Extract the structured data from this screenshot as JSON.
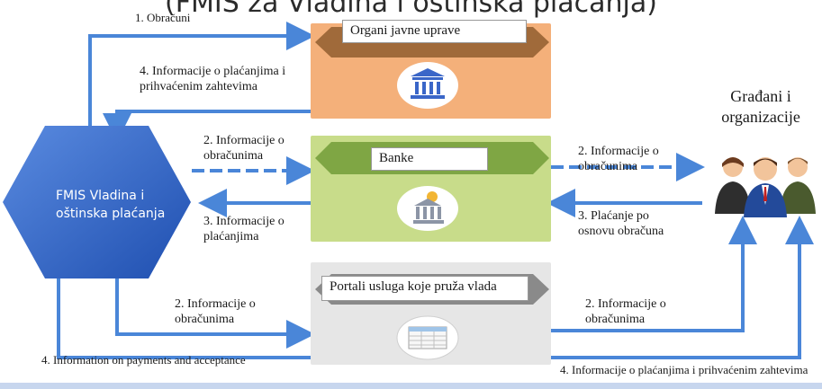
{
  "title_fragment": "(FMIS za Vladina i oštinska plaćanja)",
  "fmis": {
    "label": "FMIS Vladina i oštinska plaćanja"
  },
  "panels": {
    "organi": {
      "label": "Organi javne uprave"
    },
    "banke": {
      "label": "Banke"
    },
    "portali": {
      "label": "Portali usluga koje pruža vlada"
    }
  },
  "citizens": {
    "title": "Građani i organizacije"
  },
  "flows": {
    "obracuni": "1. Obračuni",
    "info_placanja_prihvacenim": "4. Informacije o plaćanjima i prihvaćenim zahtevima",
    "info_obracunima_banke_left": "2. Informacije o obračunima",
    "info_placanjima_banke": "3. Informacije o plaćanjima",
    "info_obracunima_banke_right": "2. Informacije o obračunima",
    "placanje_po_obracuna": "3. Plaćanje po osnovu obračuna",
    "info_obracunima_portal_left": "2. Informacije o obračunima",
    "info_obracunima_portal_right": "2. Informacije o obračunima",
    "information_on_payments": "4. Information on payments and acceptance",
    "info_placanjima_bottom": "4. Informacije o plaćanjima i prihvaćenim zahtevima"
  },
  "colors": {
    "arrow": "#4a86d8",
    "hexagon": "#2f63c9",
    "orange_panel": "#f4b07a",
    "green_panel": "#c8dc8a",
    "gray_panel": "#e6e6e6",
    "brown_banner": "#a06a3a",
    "green_banner": "#7fa644"
  },
  "icons": [
    "bank-building-icon",
    "bank-coin-icon",
    "portal-table-icon",
    "people-group-icon"
  ]
}
